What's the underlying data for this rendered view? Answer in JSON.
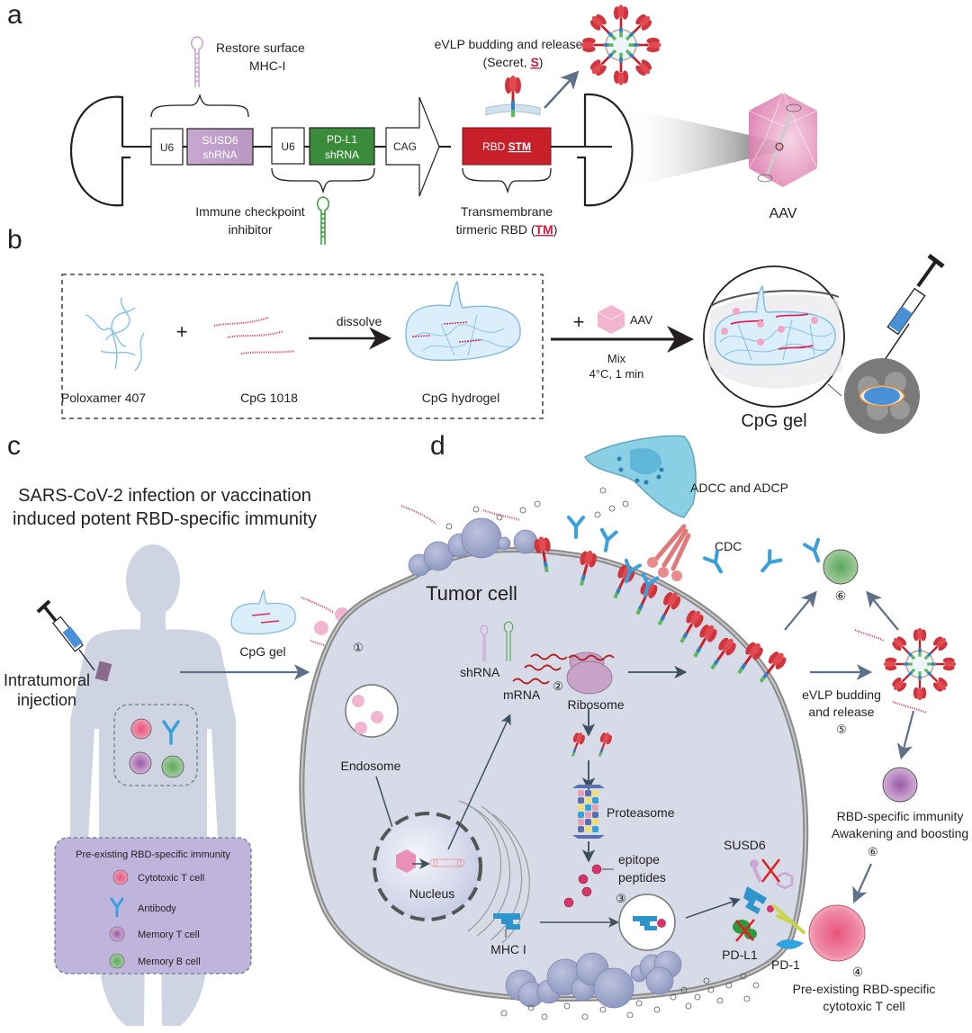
{
  "panels": {
    "a": "a",
    "b": "b",
    "c": "c",
    "d": "d"
  },
  "panel_a": {
    "restore_label": [
      "Restore surface",
      "MHC-I"
    ],
    "checkpoint_label": [
      "Immune checkpoint",
      "inhibitor"
    ],
    "boxes": {
      "u6_1": "U6",
      "susd6": [
        "SUSD6",
        "shRNA"
      ],
      "u6_2": "U6",
      "pdl1": [
        "PD-L1",
        "shRNA"
      ],
      "cag": "CAG",
      "rbd_prefix": "RBD ",
      "rbd_suffix": "STM"
    },
    "evlp_label": [
      "eVLP budding and release",
      "(Secret, ",
      "S",
      ")"
    ],
    "tm_label": [
      "Transmembrane",
      "tirmeric RBD (",
      "TM",
      ")"
    ],
    "aav_label": "AAV",
    "colors": {
      "susd6": "#c0a3c9",
      "pdl1": "#3a8c3a",
      "rbd": "#c8202a",
      "accent": "#d6173e",
      "aav": "#e890b8"
    }
  },
  "panel_b": {
    "poloxamer": "Poloxamer 407",
    "plus": "+",
    "cpg1018": "CpG 1018",
    "dissolve": "dissolve",
    "hydrogel": "CpG hydrogel",
    "plus2": "+",
    "aav": "AAV",
    "mix": [
      "Mix",
      "4°C, 1 min"
    ],
    "cpg_gel": "CpG gel"
  },
  "panel_c": {
    "title": [
      "SARS-CoV-2 infection or vaccination",
      "induced potent RBD-specific immunity"
    ],
    "injection": [
      "Intratumoral",
      "injection"
    ],
    "cpg_gel": "CpG gel",
    "legend_title": "Pre-existing RBD-specific immunity",
    "legend": [
      {
        "label": "Cytotoxic T cell",
        "color": "#e8688a"
      },
      {
        "label": "Antibody",
        "color": "#3aa0dc"
      },
      {
        "label": "Memory T cell",
        "color": "#a878b0"
      },
      {
        "label": "Memory B cell",
        "color": "#6aaa6a"
      }
    ]
  },
  "panel_d": {
    "tumor_cell": "Tumor cell",
    "adcc": "ADCC and ADCP",
    "cdc": "CDC",
    "shrna": "shRNA",
    "mrna": "mRNA",
    "ribosome": "Ribosome",
    "endosome": "Endosome",
    "nucleus": "Nucleus",
    "proteasome": "Proteasome",
    "epitope": [
      "epitope",
      "peptides"
    ],
    "mhc": "MHC I",
    "susd6": "SUSD6",
    "pdl1": "PD-L1",
    "pd1": "PD-1",
    "evlp": [
      "eVLP budding",
      "and release"
    ],
    "rbd_immunity": [
      "RBD-specific immunity",
      "Awakening and boosting"
    ],
    "ctl": [
      "Pre-existing RBD-specific",
      "cytotoxic T cell"
    ],
    "steps": {
      "s1": "①",
      "s2": "②",
      "s3": "③",
      "s4": "④",
      "s5": "⑤",
      "s6a": "⑥",
      "s6b": "⑥"
    }
  }
}
